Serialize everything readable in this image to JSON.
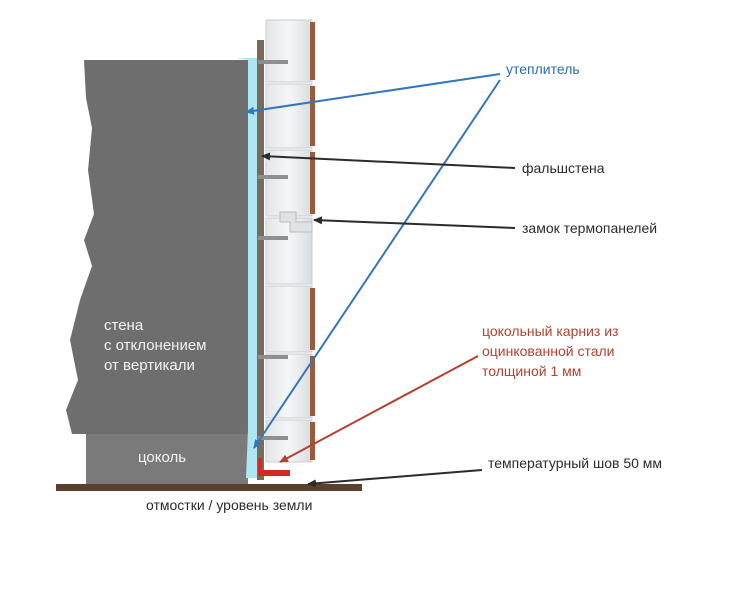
{
  "labels": {
    "insulation": "утеплитель",
    "false_wall": "фальшстена",
    "panel_lock": "замок термопанелей",
    "cornice_line1": "цокольный карниз из",
    "cornice_line2": "оцинкованной стали",
    "cornice_line3": "толщиной 1 мм",
    "thermal_gap": "температурный шов 50 мм",
    "wall_line1": "стена",
    "wall_line2": "с отклонением",
    "wall_line3": "от вертикали",
    "plinth": "цоколь",
    "ground": "отмостки / уровень земли"
  },
  "colors": {
    "wall": "#6e6e6e",
    "plinth": "#7a7a7a",
    "insulation": "#aee6f3",
    "false_wall": "#7a6a5c",
    "panel": "#eef0f2",
    "brick_edge": "#9a5a3e",
    "ground": "#5b4030",
    "arrow_blue": "#3576b8",
    "arrow_dark": "#2b2b2b",
    "arrow_red": "#b5412f"
  }
}
